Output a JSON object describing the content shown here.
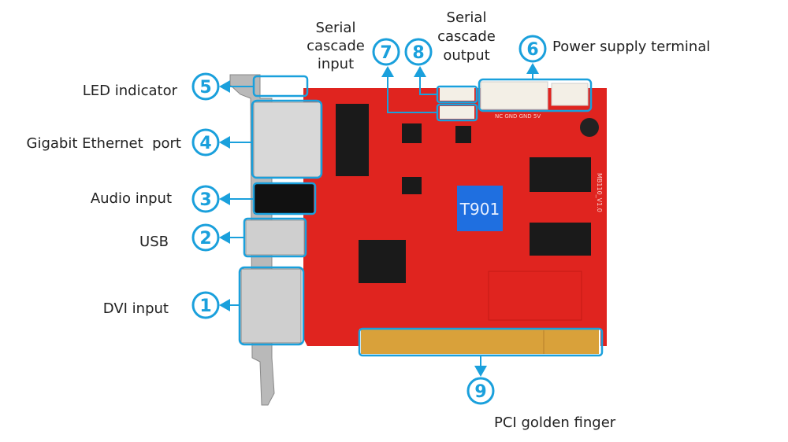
{
  "colors": {
    "accent": "#1aa0dc",
    "board": "#e0241f",
    "gold": "#d9a13a",
    "chip_label_bg": "#1f6fe0"
  },
  "board": {
    "chip_label": "T901",
    "silk_model": "MB110_V1.0",
    "power_pins": "NC GND GND 5V"
  },
  "callouts": [
    {
      "number": "1",
      "label": "DVI input"
    },
    {
      "number": "2",
      "label": "USB"
    },
    {
      "number": "3",
      "label": "Audio input"
    },
    {
      "number": "4",
      "label": "Gigabit Ethernet  port"
    },
    {
      "number": "5",
      "label": "LED indicator"
    },
    {
      "number": "6",
      "label": "Power supply terminal"
    },
    {
      "number": "7",
      "label_lines": [
        "Serial",
        "cascade",
        "input"
      ]
    },
    {
      "number": "8",
      "label_lines": [
        "Serial",
        "cascade",
        "output"
      ]
    },
    {
      "number": "9",
      "label": "PCI golden finger"
    }
  ]
}
